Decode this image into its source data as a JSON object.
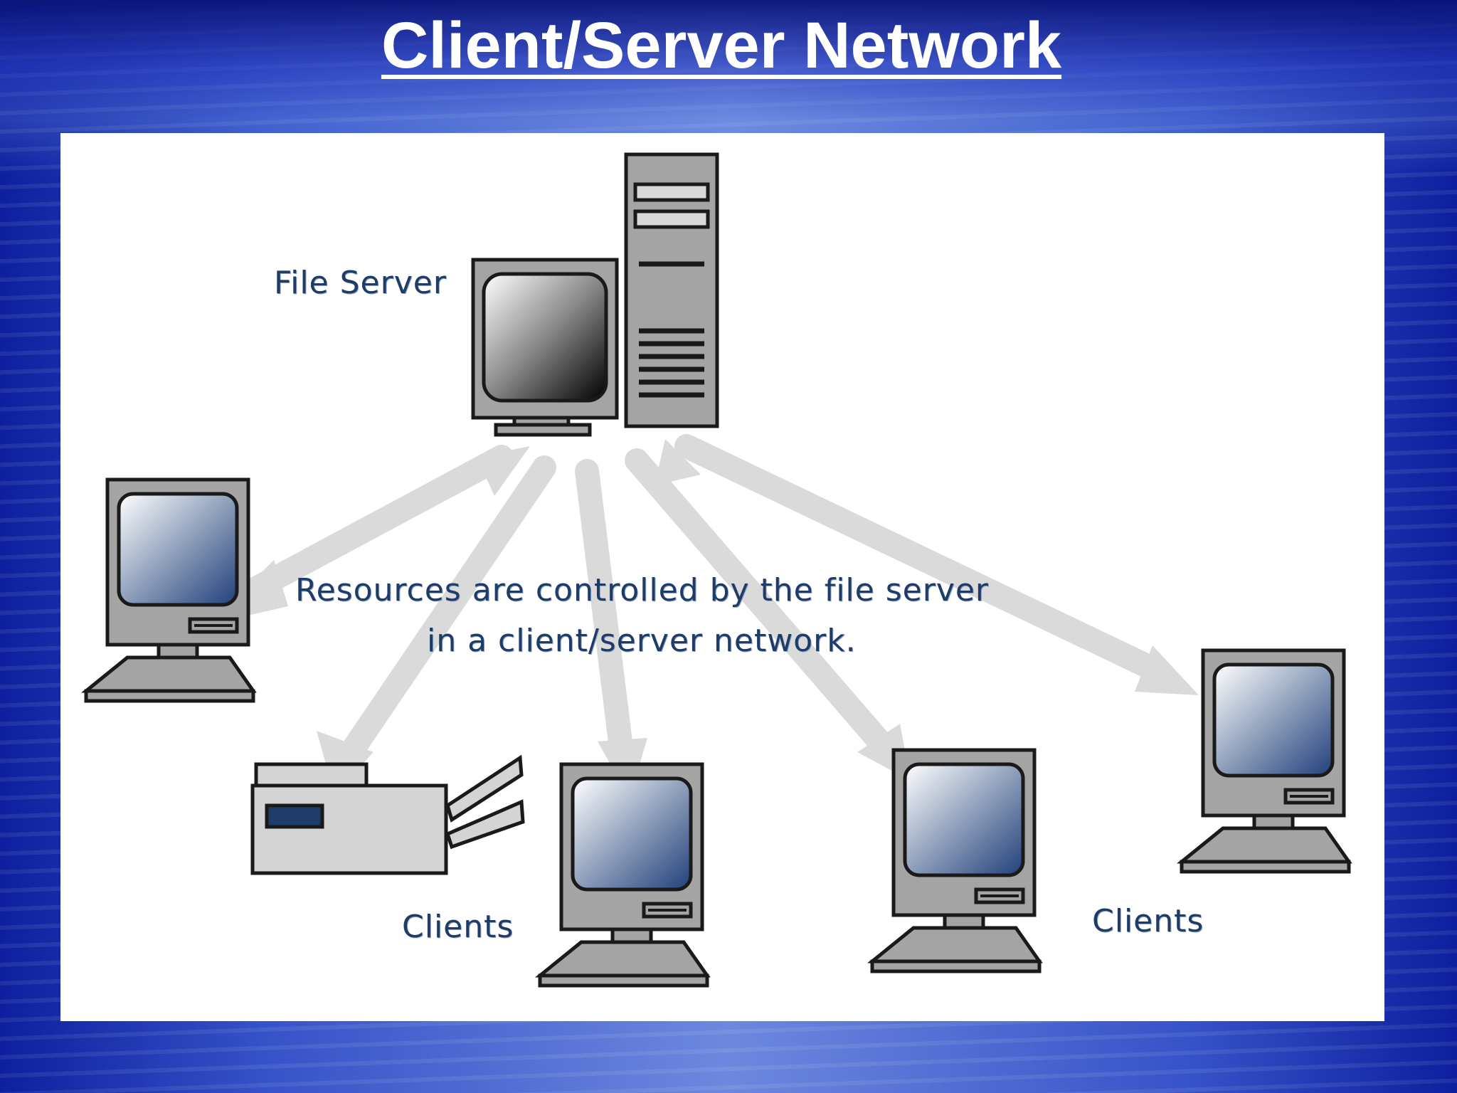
{
  "title": "Client/Server Network",
  "labels": {
    "file_server": "File Server",
    "resources_line1": "Resources are controlled by the file server",
    "resources_line2": "in a client/server network.",
    "clients_left": "Clients",
    "clients_right": "Clients"
  },
  "colors": {
    "background_blue": "#3652c8",
    "panel": "#ffffff",
    "device_gray": "#a4a4a4",
    "outline": "#1a1a1a",
    "screen_blue": "#2a4a8a",
    "arrow_gray": "#d9d9d9",
    "label_text": "#1f3b68"
  },
  "icons": [
    "server-tower-icon",
    "monitor-icon",
    "printer-icon",
    "client-computer-icon"
  ]
}
